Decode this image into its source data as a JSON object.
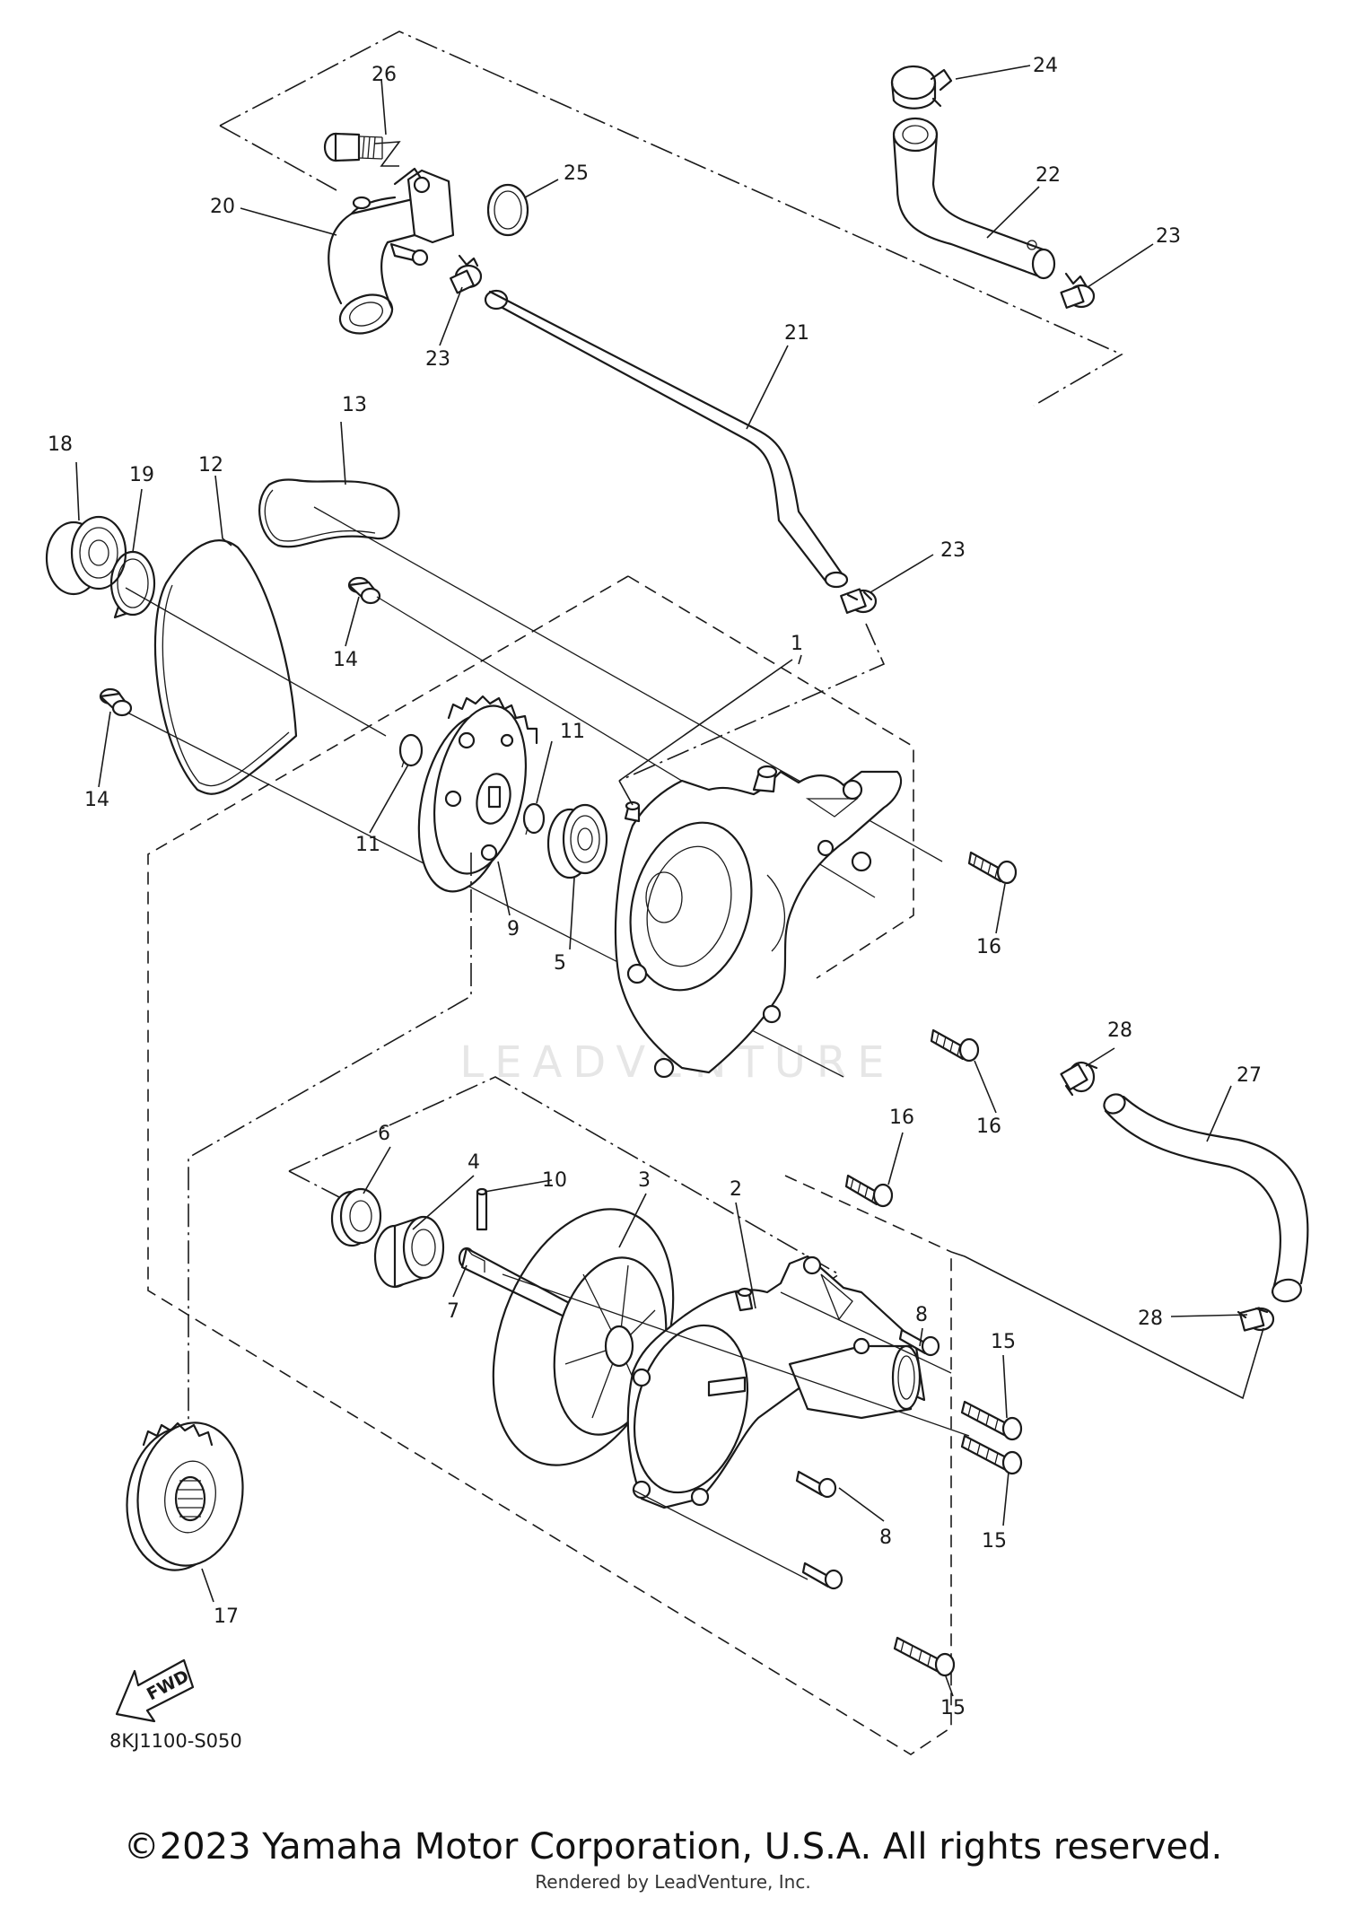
{
  "diagram": {
    "drawing_code": "8KJ1100-S050",
    "fwd_label": "FWD",
    "watermark": "LEADVENTURE",
    "callouts": {
      "c1": "1",
      "c2": "2",
      "c3": "3",
      "c4": "4",
      "c5": "5",
      "c6": "6",
      "c7": "7",
      "c8a": "8",
      "c8b": "8",
      "c9": "9",
      "c10": "10",
      "c11a": "11",
      "c11b": "11",
      "c12": "12",
      "c13": "13",
      "c14a": "14",
      "c14b": "14",
      "c15a": "15",
      "c15b": "15",
      "c15c": "15",
      "c16a": "16",
      "c16b": "16",
      "c16c": "16",
      "c17": "17",
      "c18": "18",
      "c19": "19",
      "c20": "20",
      "c21": "21",
      "c22": "22",
      "c23a": "23",
      "c23b": "23",
      "c23c": "23",
      "c24": "24",
      "c25": "25",
      "c26": "26",
      "c27": "27",
      "c28a": "28",
      "c28b": "28"
    }
  },
  "footer": {
    "copyright": "©2023 Yamaha Motor Corporation, U.S.A. All rights reserved.",
    "rendered_by": "Rendered by LeadVenture, Inc."
  }
}
